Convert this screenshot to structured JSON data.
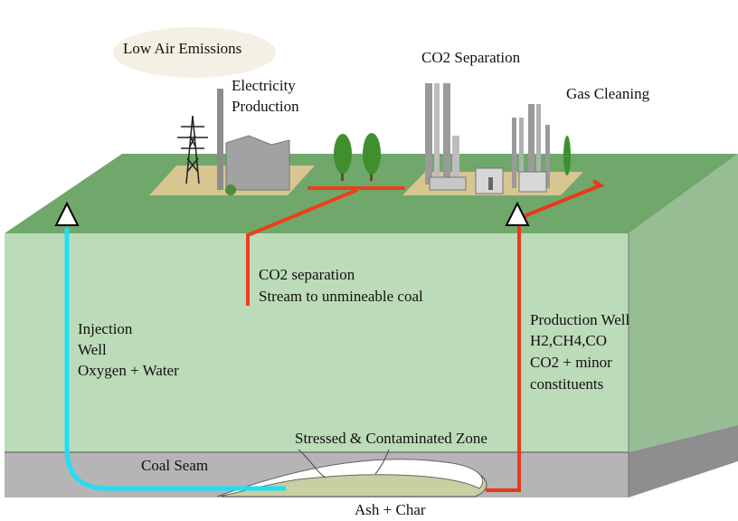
{
  "labels": {
    "low_air_emissions": "Low Air Emissions",
    "electricity_line1": "Electricity",
    "electricity_line2": "Production",
    "co2_separation_top": "CO2 Separation",
    "gas_cleaning": "Gas Cleaning",
    "co2_stream_line1": "CO2 separation",
    "co2_stream_line2": "Stream to unmineable coal",
    "injection_line1": "Injection",
    "injection_line2": "Well",
    "injection_line3": "Oxygen + Water",
    "production_line1": "Production Well",
    "production_line2": "H2,CH4,CO",
    "production_line3": "CO2 + minor",
    "production_line4": "constituents",
    "stressed_zone": "Stressed & Contaminated Zone",
    "coal_seam": "Coal Seam",
    "ash_char": "Ash + Char"
  },
  "colors": {
    "ground_top": "#6fa86a",
    "ground_front": "#bcdbb8",
    "ground_side": "#96bd94",
    "coal_seam": "#b5b5b5",
    "injection_pipe": "#22ddf5",
    "production_pipe": "#e8391a",
    "co2_pipe": "#ec3f1a"
  }
}
